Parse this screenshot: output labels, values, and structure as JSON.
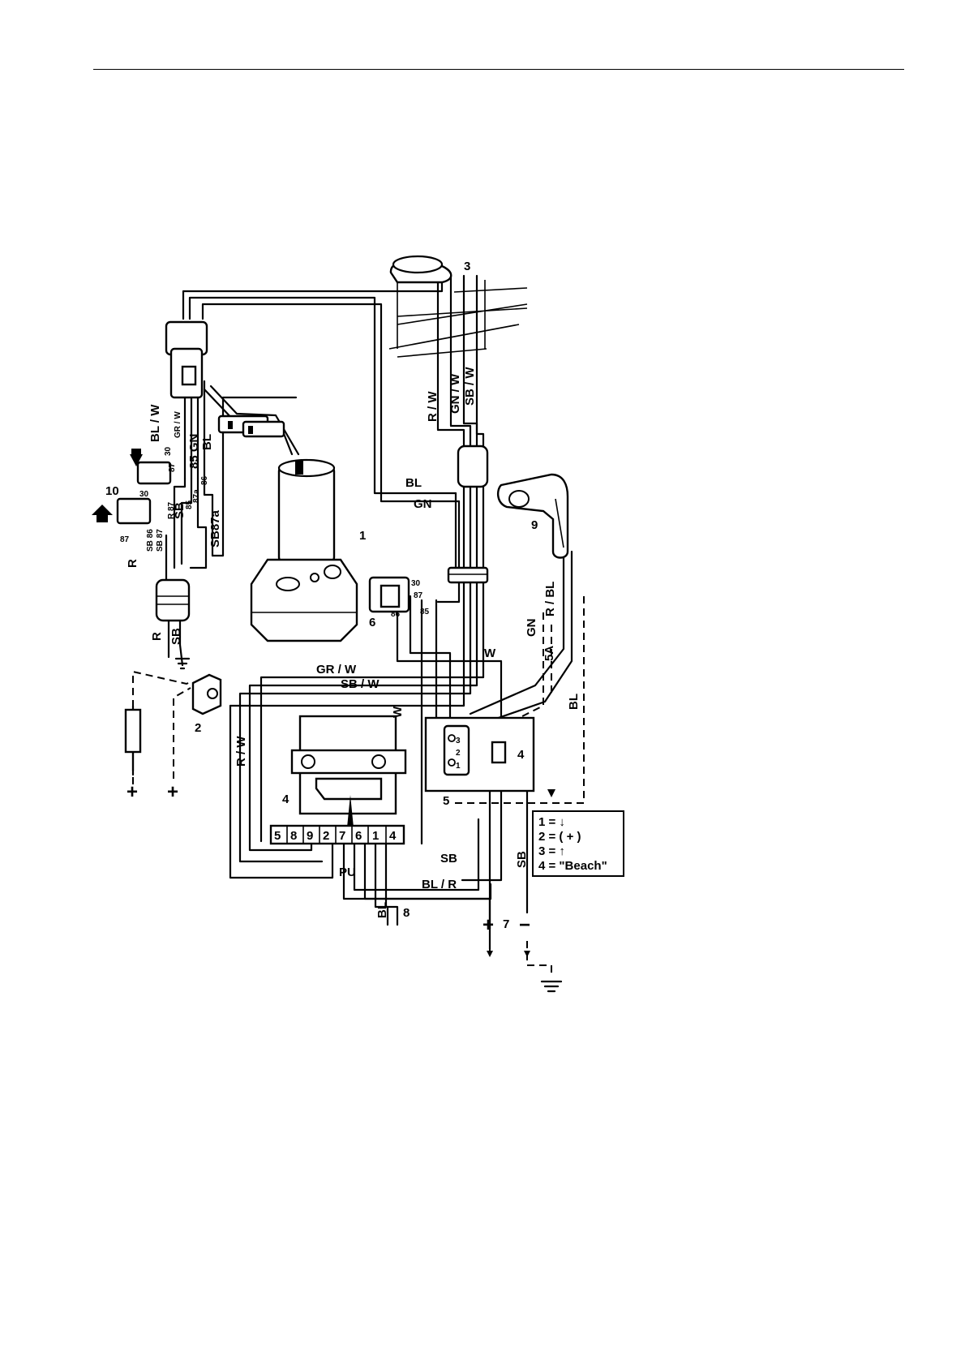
{
  "diagram": {
    "part_numbers": {
      "motor": "1",
      "ground_block": "2",
      "switch_top": "3",
      "control_unit": "4",
      "control_unit_small": "4",
      "switch_box": "5",
      "relay_6": "6",
      "battery": "7",
      "bl_lead": "8",
      "trim_control": "9",
      "relays_10": "10"
    },
    "wire_labels": {
      "bl_w": "BL / W",
      "gr_w_small": "GR / W",
      "bl_left": "BL",
      "gn_left": "85 GN",
      "t30": "30",
      "t86": "86",
      "t87": "87",
      "t87a": "87a",
      "sb_a": "SB",
      "sb87a": "SB87a",
      "r_87": "R 87",
      "sb_86": "SB 86",
      "sb_87": "SB 87",
      "t85_a": "85",
      "t87_b": "87",
      "t30_b": "30",
      "r_vert": "R",
      "r_lower": "R",
      "sb_lower": "SB",
      "r_w_top": "R / W",
      "gn_w_top": "GN / W",
      "sb_w_top": "SB / W",
      "bl_mid": "BL",
      "gn_mid": "GN",
      "gr_w": "GR / W",
      "sb_w": "SB / W",
      "r_w_left": "R / W",
      "w_inner": "W",
      "w_right": "W",
      "gn_right": "GN",
      "r_bl": "R / BL",
      "fuse_5a": "5A",
      "bl_far": "BL",
      "sb_bottom": "SB",
      "sb_vert": "SB",
      "pu": "PU",
      "bl_r": "BL / R",
      "bl_bottom": "BL",
      "r6_30": "30",
      "r6_87": "87",
      "r6_86": "86",
      "r6_85": "85",
      "sw_3": "3",
      "sw_2": "2",
      "sw_1": "1"
    },
    "terminal_strip": [
      "5",
      "8",
      "9",
      "2",
      "7",
      "6",
      "1",
      "4"
    ],
    "legend": [
      "1 = ↓",
      "2 = ( + )",
      "3 = ↑",
      "4 = \"Beach\""
    ],
    "battery_plus": "+",
    "battery_minus": "−",
    "plus_1": "+",
    "plus_2": "+"
  }
}
